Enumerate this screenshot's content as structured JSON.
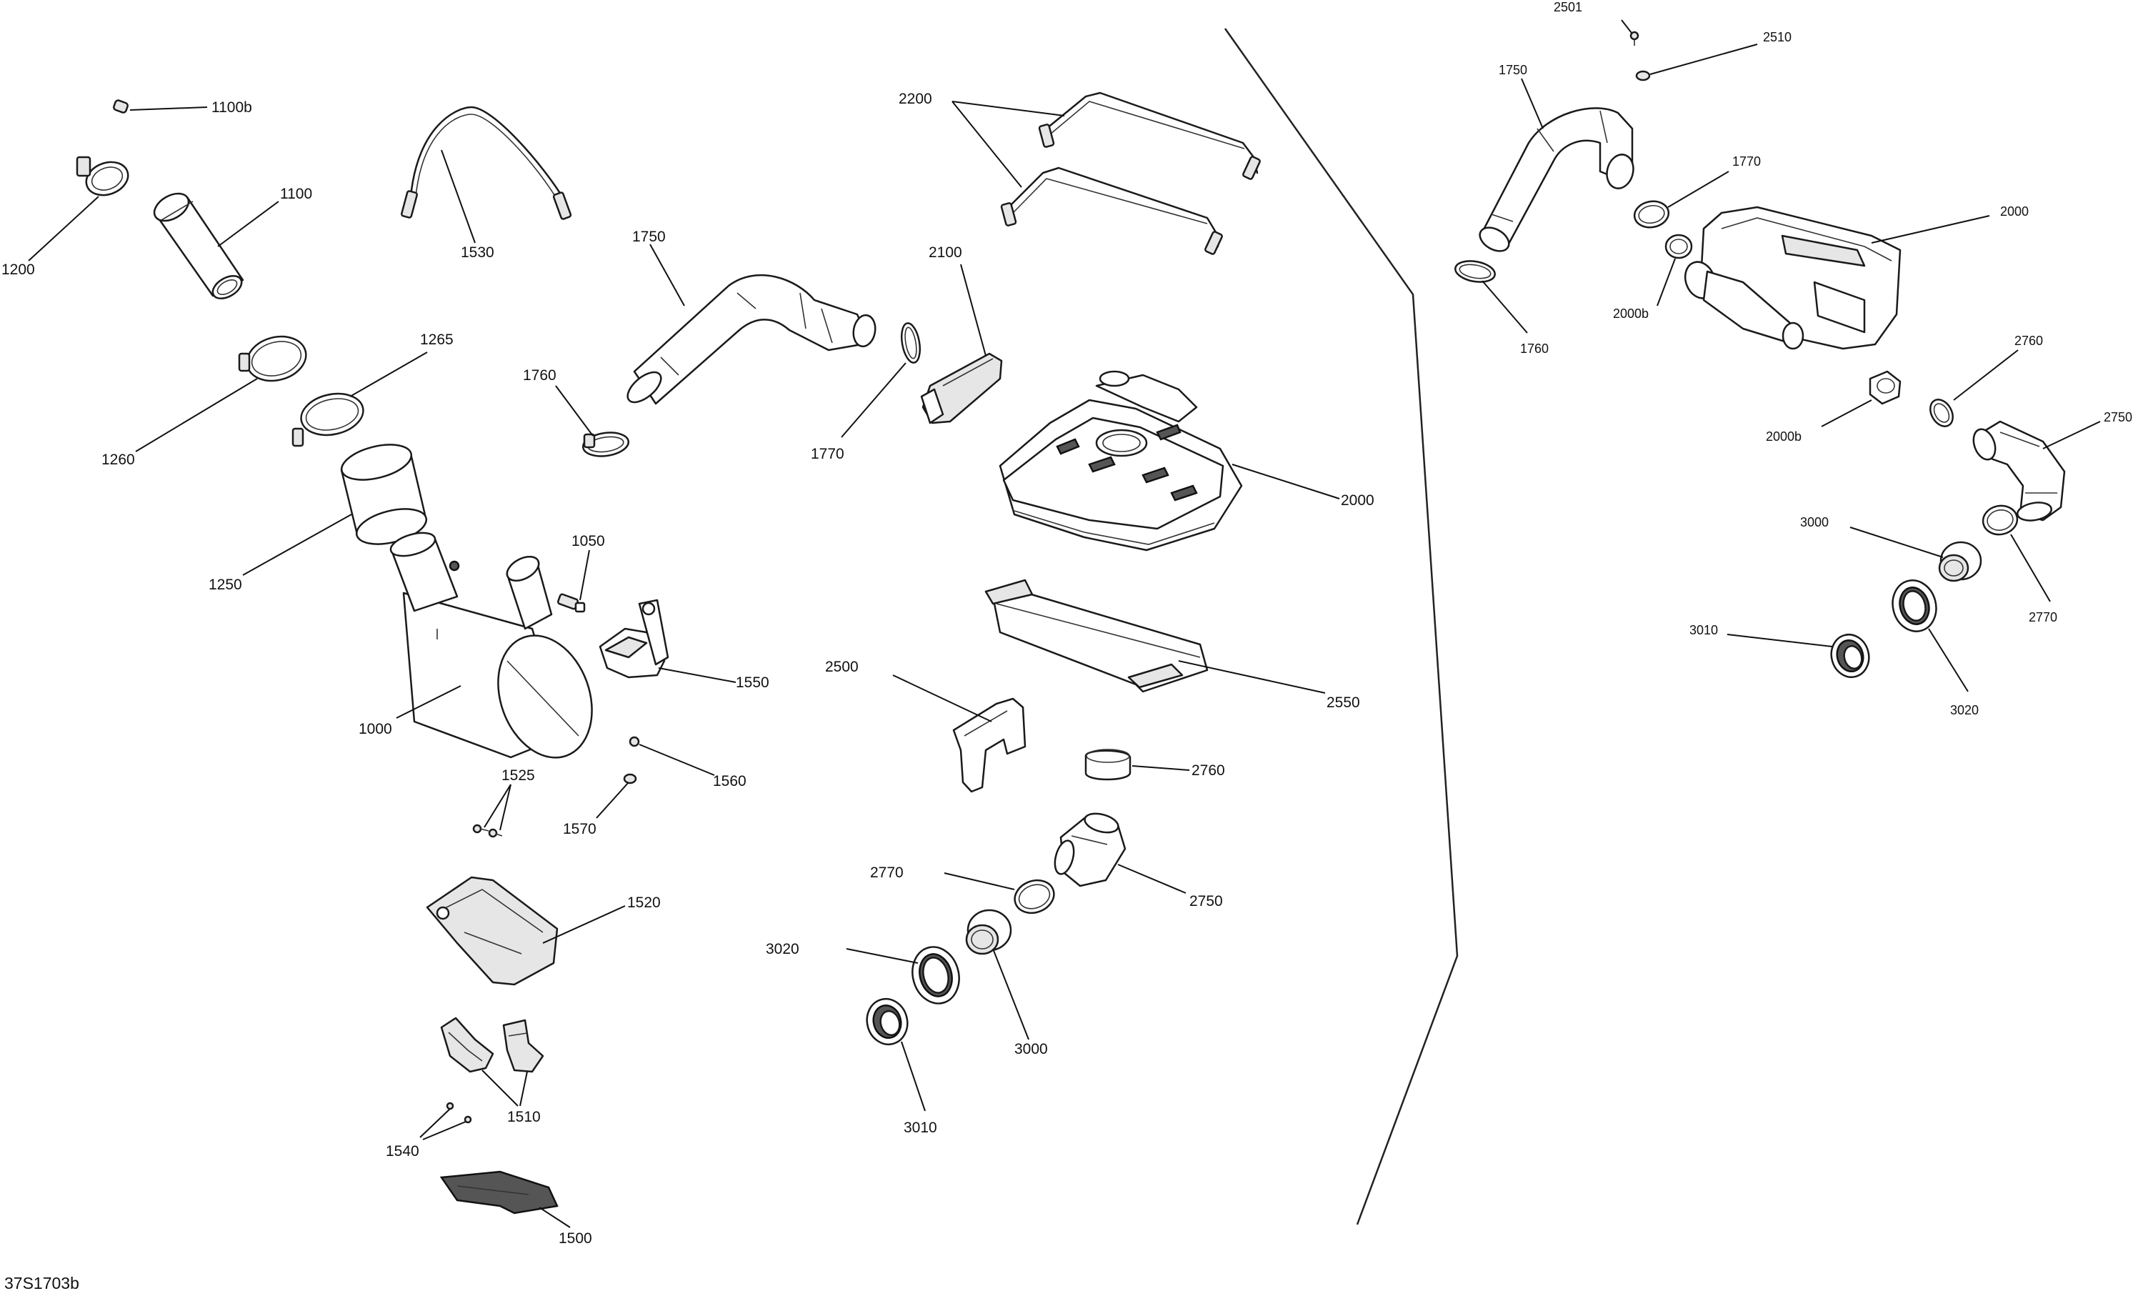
{
  "labels": {
    "l1100b": "1100b",
    "l1100": "1100",
    "l1200": "1200",
    "l1530": "1530",
    "l1265": "1265",
    "l1260": "1260",
    "l1250": "1250",
    "l1050": "1050",
    "l1000": "1000",
    "l1550": "1550",
    "l1525": "1525",
    "l1560": "1560",
    "l1570": "1570",
    "l1520": "1520",
    "l1510": "1510",
    "l1540": "1540",
    "l1500": "1500",
    "l1750a": "1750",
    "l1760a": "1760",
    "l1770a": "1770",
    "l2200": "2200",
    "l2100": "2100",
    "l2000a": "2000",
    "l2500": "2500",
    "l2550": "2550",
    "l2760a": "2760",
    "l2770a": "2770",
    "l2750a": "2750",
    "l3020a": "3020",
    "l3000a": "3000",
    "l3010a": "3010",
    "l2501": "2501",
    "l2510": "2510",
    "l1750b": "1750",
    "l1770b": "1770",
    "l2000b_main": "2000",
    "l1760b": "1760",
    "l2000b1": "2000b",
    "l2000b2": "2000b",
    "l2760b": "2760",
    "l2750b": "2750",
    "l3000b": "3000",
    "l2770b": "2770",
    "l3010b": "3010",
    "l3020b": "3020"
  },
  "reference_code": "37S1703b"
}
